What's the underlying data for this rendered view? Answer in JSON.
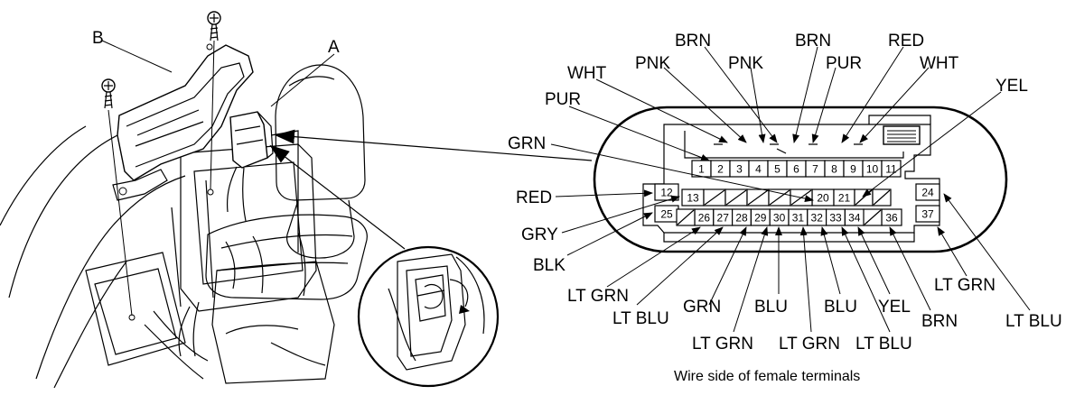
{
  "callouts": {
    "a": "A",
    "b": "B"
  },
  "caption": "Wire side of female terminals",
  "terminals": {
    "row1": [
      "1",
      "2",
      "3",
      "4",
      "5",
      "6",
      "7",
      "8",
      "9",
      "10",
      "11"
    ],
    "row2": [
      "12",
      "13",
      "20",
      "21",
      "24"
    ],
    "row3": [
      "25",
      "26",
      "27",
      "28",
      "29",
      "30",
      "31",
      "32",
      "33",
      "34",
      "36",
      "37"
    ]
  },
  "wire_labels": {
    "top": [
      "BRN",
      "BRN",
      "RED",
      "WHT",
      "PNK",
      "PNK",
      "PUR",
      "WHT",
      "YEL",
      "PUR"
    ],
    "left": [
      "GRN",
      "RED",
      "GRY",
      "BLK"
    ],
    "bottom": [
      "LT GRN",
      "LT GRN",
      "LT BLU",
      "GRN",
      "BLU",
      "BLU",
      "YEL",
      "BRN",
      "LT BLU",
      "LT GRN",
      "LT GRN",
      "LT BLU"
    ]
  }
}
